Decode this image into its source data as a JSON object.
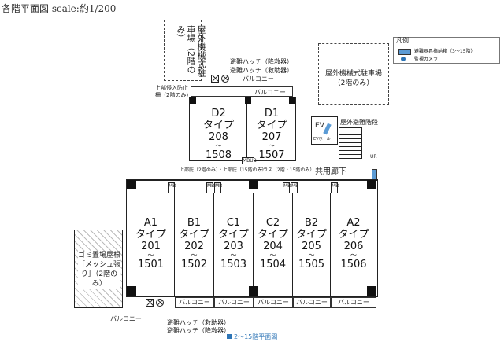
{
  "title": "各階平面図 scale:約1/200",
  "parking_left": "屋外機械式駐車場（2階のみ）",
  "parking_right_line1": "屋外機械式駐車場",
  "parking_right_line2": "（2階のみ）",
  "legend": {
    "title": "凡例",
    "item1": "避難器具格納箱（3〜15階）",
    "item2": "監視カメラ",
    "color_item1": "#5b9bd5",
    "color_item2": "#2e75b6"
  },
  "labels": {
    "hatch_down_top": "避難ハッチ（降救器）",
    "hatch_up_top": "避難ハッチ（救助器）",
    "balcony": "バルコニー",
    "upper_floor_fence": "上部侵入防止柵（2階のみ）",
    "outdoor_stairs": "屋外避難階段",
    "corridor": "共用廊下",
    "ev": "EV",
    "ev_hall": "EVホール",
    "mb_upper": "MBUB",
    "upper_note": "上部庇（2階のみ）・上部庇（15階のみ）",
    "terrace": "テラス（2階・15階のみ）",
    "mb": "MB",
    "garbage": "ゴミ置場屋根［メッシュ張り］（2階のみ）",
    "balcony_left": "バルコニー",
    "hatch_bottom_1": "避難ハッチ（救助器）",
    "hatch_bottom_2": "避難ハッチ（降救器）",
    "floor_caption": "2〜15階平面図",
    "ur": "UR",
    "caption_color": "#2e75b6"
  },
  "units_top": [
    {
      "type_name": "D2",
      "type_word": "タイプ",
      "room": "208",
      "tilde": "〜",
      "room_top": "1508"
    },
    {
      "type_name": "D1",
      "type_word": "タイプ",
      "room": "207",
      "tilde": "〜",
      "room_top": "1507"
    }
  ],
  "units_bottom": [
    {
      "type_name": "A1",
      "type_word": "タイプ",
      "room": "201",
      "tilde": "〜",
      "room_top": "1501"
    },
    {
      "type_name": "B1",
      "type_word": "タイプ",
      "room": "202",
      "tilde": "〜",
      "room_top": "1502"
    },
    {
      "type_name": "C1",
      "type_word": "タイプ",
      "room": "203",
      "tilde": "〜",
      "room_top": "1503"
    },
    {
      "type_name": "C2",
      "type_word": "タイプ",
      "room": "204",
      "tilde": "〜",
      "room_top": "1504"
    },
    {
      "type_name": "B2",
      "type_word": "タイプ",
      "room": "205",
      "tilde": "〜",
      "room_top": "1505"
    },
    {
      "type_name": "A2",
      "type_word": "タイプ",
      "room": "206",
      "tilde": "〜",
      "room_top": "1506"
    }
  ]
}
